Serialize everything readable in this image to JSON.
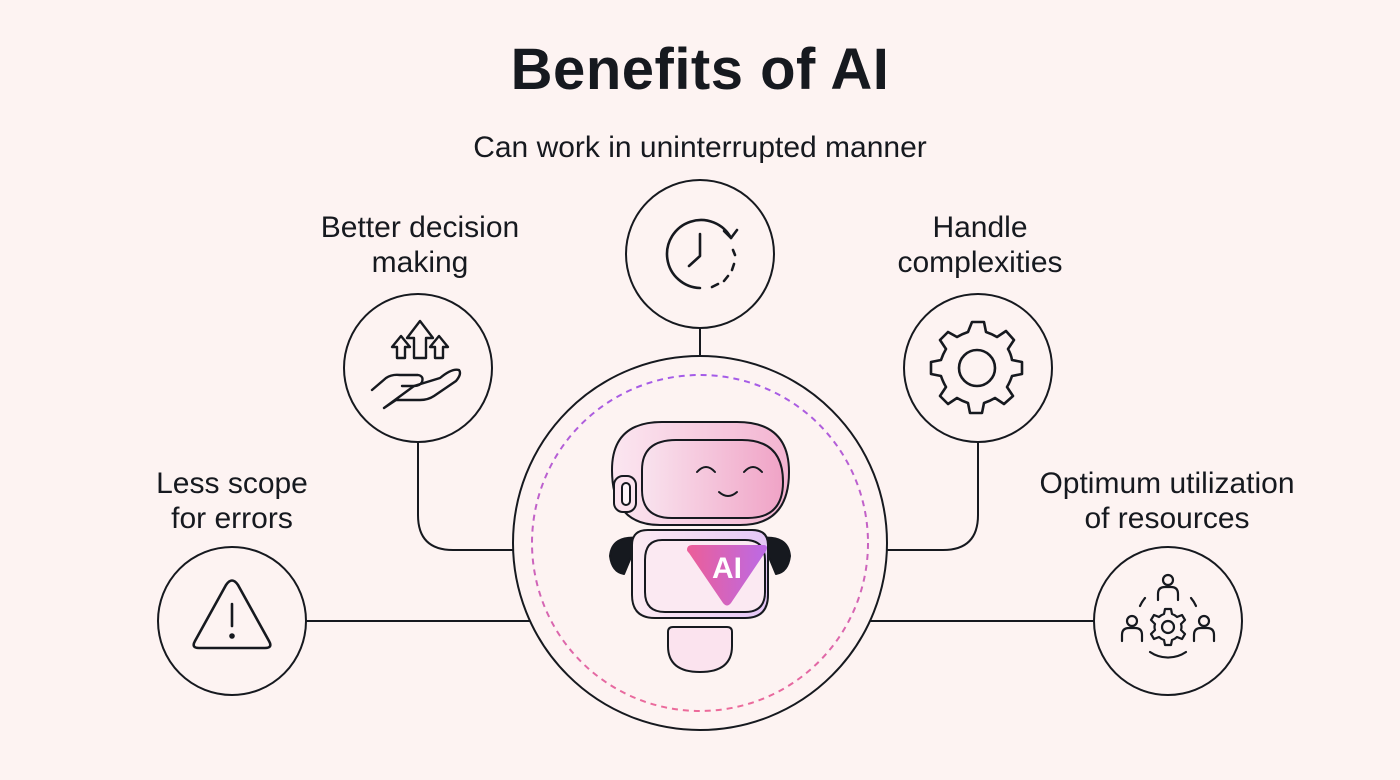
{
  "title": "Benefits of AI",
  "center": {
    "badge_text": "AI"
  },
  "benefits": [
    {
      "line1": "Can work in uninterrupted manner",
      "line2": "",
      "icon": "clock-refresh-icon"
    },
    {
      "line1": "Better decision",
      "line2": "making",
      "icon": "hand-arrows-up-icon"
    },
    {
      "line1": "Handle",
      "line2": "complexities",
      "icon": "gear-icon"
    },
    {
      "line1": "Less scope",
      "line2": "for errors",
      "icon": "warning-triangle-icon"
    },
    {
      "line1": "Optimum utilization",
      "line2": "of resources",
      "icon": "team-gear-icon"
    }
  ],
  "colors": {
    "background": "#fdf3f2",
    "stroke": "#16191f",
    "dashed_ring_pink": "#ec6a9a",
    "dashed_ring_purple": "#a45be8",
    "robot_pink": "#f5a3c8",
    "robot_purple": "#d7b8f3"
  }
}
